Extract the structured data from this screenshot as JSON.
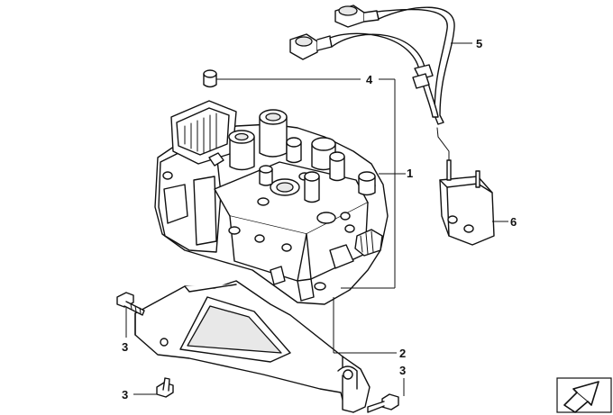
{
  "callouts": {
    "abs_unit": "1",
    "bracket": "2",
    "bolt_left_upper": "3",
    "bolt_left_lower": "3",
    "bolt_right": "3",
    "cap": "4",
    "hose_assembly": "5",
    "relay_module": "6"
  },
  "icons": {
    "view_direction": "arrow-direction-icon"
  },
  "colors": {
    "ink": "#111111",
    "paper": "#ffffff"
  }
}
